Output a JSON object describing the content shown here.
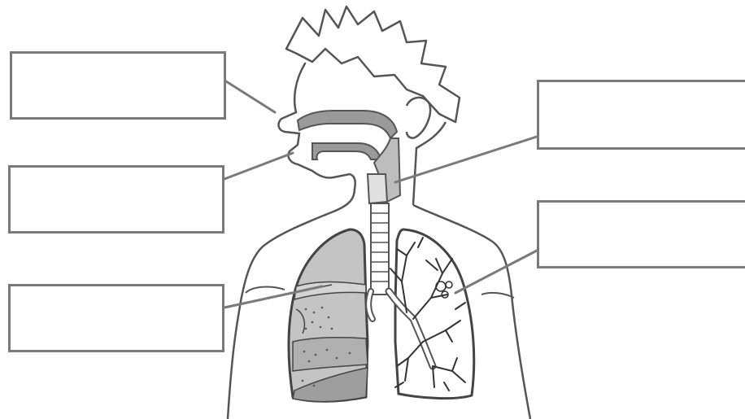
{
  "diagram": {
    "label_boxes": [
      {
        "id": "box-left-1",
        "text": ""
      },
      {
        "id": "box-left-2",
        "text": ""
      },
      {
        "id": "box-left-3",
        "text": ""
      },
      {
        "id": "box-right-1",
        "text": ""
      },
      {
        "id": "box-right-2",
        "text": ""
      }
    ]
  }
}
